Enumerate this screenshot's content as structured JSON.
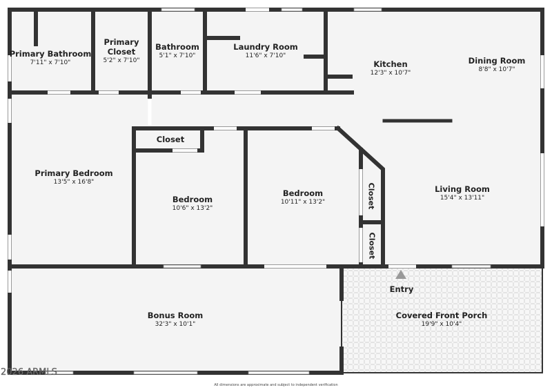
{
  "rooms": {
    "primary_bathroom": {
      "name": "Primary Bathroom",
      "dims": "7'11\" x 7'10\""
    },
    "primary_closet": {
      "name": "Primary Closet",
      "dims": "5'2\" x 7'10\""
    },
    "bathroom": {
      "name": "Bathroom",
      "dims": "5'1\" x 7'10\""
    },
    "laundry": {
      "name": "Laundry Room",
      "dims": "11'6\" x 7'10\""
    },
    "kitchen": {
      "name": "Kitchen",
      "dims": "12'3\" x 10'7\""
    },
    "dining": {
      "name": "Dining Room",
      "dims": "8'8\" x 10'7\""
    },
    "primary_bedroom": {
      "name": "Primary Bedroom",
      "dims": "13'5\" x 16'8\""
    },
    "bedroom1": {
      "name": "Bedroom",
      "dims": "10'6\" x 13'2\""
    },
    "bedroom2": {
      "name": "Bedroom",
      "dims": "10'11\" x 13'2\""
    },
    "living": {
      "name": "Living Room",
      "dims": "15'4\" x 13'11\""
    },
    "bonus": {
      "name": "Bonus Room",
      "dims": "32'3\" x 10'1\""
    },
    "porch": {
      "name": "Covered Front Porch",
      "dims": "19'9\" x 10'4\""
    },
    "closet1": {
      "name": "Closet"
    },
    "closet2": {
      "name": "Closet"
    },
    "closet3": {
      "name": "Closet"
    }
  },
  "entry_label": "Entry",
  "watermark": "2026 ARMLS",
  "disclaimer": "All dimensions are approximate and subject to independent verification",
  "colors": {
    "wall": "#333333",
    "floor": "#f4f4f4",
    "porch_grid": "#dddddd"
  }
}
